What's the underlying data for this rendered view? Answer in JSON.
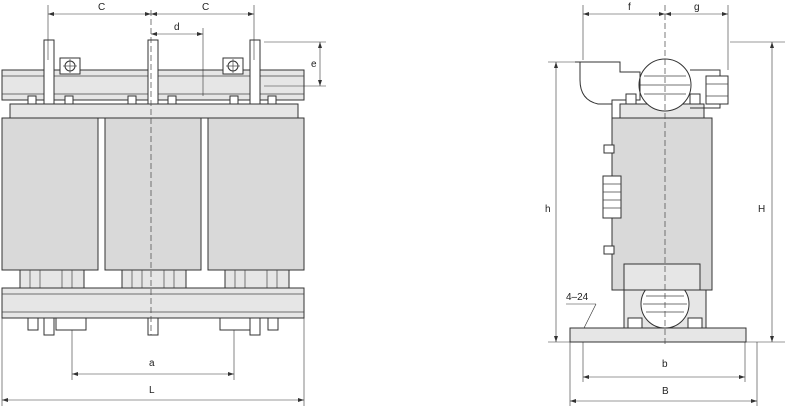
{
  "labels": {
    "c_left": "C",
    "c_right": "C",
    "d": "d",
    "e": "e",
    "a": "a",
    "L": "L",
    "f": "f",
    "g": "g",
    "h": "h",
    "H": "H",
    "b": "b",
    "B": "B",
    "holes": "4–24"
  }
}
